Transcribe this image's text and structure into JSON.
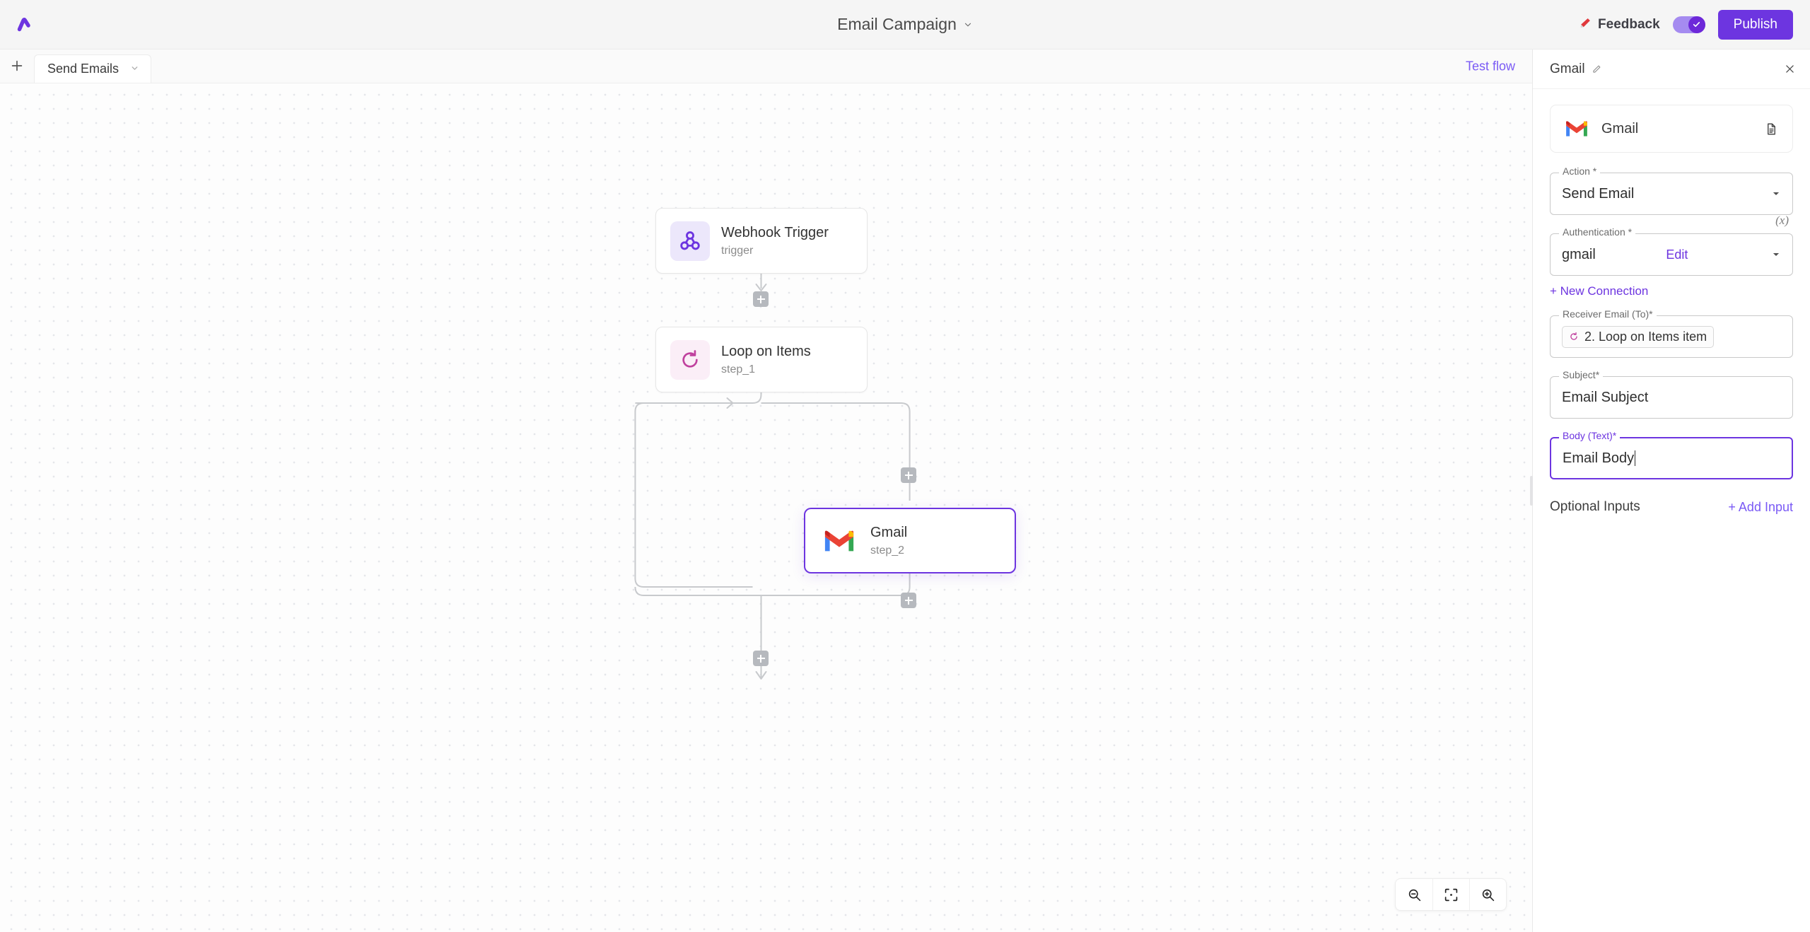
{
  "topbar": {
    "logo_icon": "activepieces-logo-icon",
    "flow_title": "Email Campaign",
    "title_caret_icon": "chevron-down-icon",
    "feedback_label": "Feedback",
    "feedback_icon": "megaphone-icon",
    "toggle_state": "on",
    "toggle_check_icon": "check-icon",
    "publish_label": "Publish",
    "accent_color": "#6d35e0"
  },
  "tabbar": {
    "add_icon": "plus-icon",
    "tabs": [
      {
        "label": "Send Emails",
        "caret_icon": "chevron-down-icon",
        "active": true
      }
    ],
    "test_flow_label": "Test flow"
  },
  "canvas": {
    "nodes": [
      {
        "id": "trigger",
        "title": "Webhook Trigger",
        "subtitle": "trigger",
        "icon": "webhook-icon",
        "selected": false
      },
      {
        "id": "step_1",
        "title": "Loop on Items",
        "subtitle": "step_1",
        "icon": "loop-refresh-icon",
        "selected": false
      },
      {
        "id": "step_2",
        "title": "Gmail",
        "subtitle": "step_2",
        "icon": "gmail-icon",
        "selected": true
      }
    ],
    "add_step_buttons": [
      {
        "name": "add-step-after-trigger"
      },
      {
        "name": "add-step-loop-before-gmail"
      },
      {
        "name": "add-step-loop-after-gmail"
      },
      {
        "name": "add-step-after-loop"
      }
    ],
    "zoom_controls": [
      {
        "name": "zoom-out-button",
        "icon": "zoom-out-icon"
      },
      {
        "name": "fit-view-button",
        "icon": "fit-view-icon"
      },
      {
        "name": "zoom-in-button",
        "icon": "zoom-in-icon"
      }
    ]
  },
  "panel": {
    "header_title": "Gmail",
    "header_edit_icon": "pencil-icon",
    "close_icon": "close-icon",
    "app_card": {
      "name": "Gmail",
      "icon": "gmail-icon",
      "docs_icon": "document-icon"
    },
    "fields": {
      "action": {
        "label": "Action *",
        "value": "Send Email",
        "caret_icon": "chevron-down-icon"
      },
      "authentication": {
        "label": "Authentication *",
        "value": "gmail",
        "edit_label": "Edit",
        "caret_icon": "chevron-down-icon",
        "variable_badge": "(x)"
      },
      "new_connection_label": "+ New Connection",
      "receiver": {
        "label": "Receiver Email (To)*",
        "token_text": "2. Loop on Items item",
        "token_icon": "loop-refresh-icon"
      },
      "subject": {
        "label": "Subject*",
        "value": "Email Subject"
      },
      "body": {
        "label": "Body (Text)*",
        "value": "Email Body",
        "focused": true
      }
    },
    "optional_inputs": {
      "label": "Optional Inputs",
      "add_label": "+ Add Input"
    }
  }
}
